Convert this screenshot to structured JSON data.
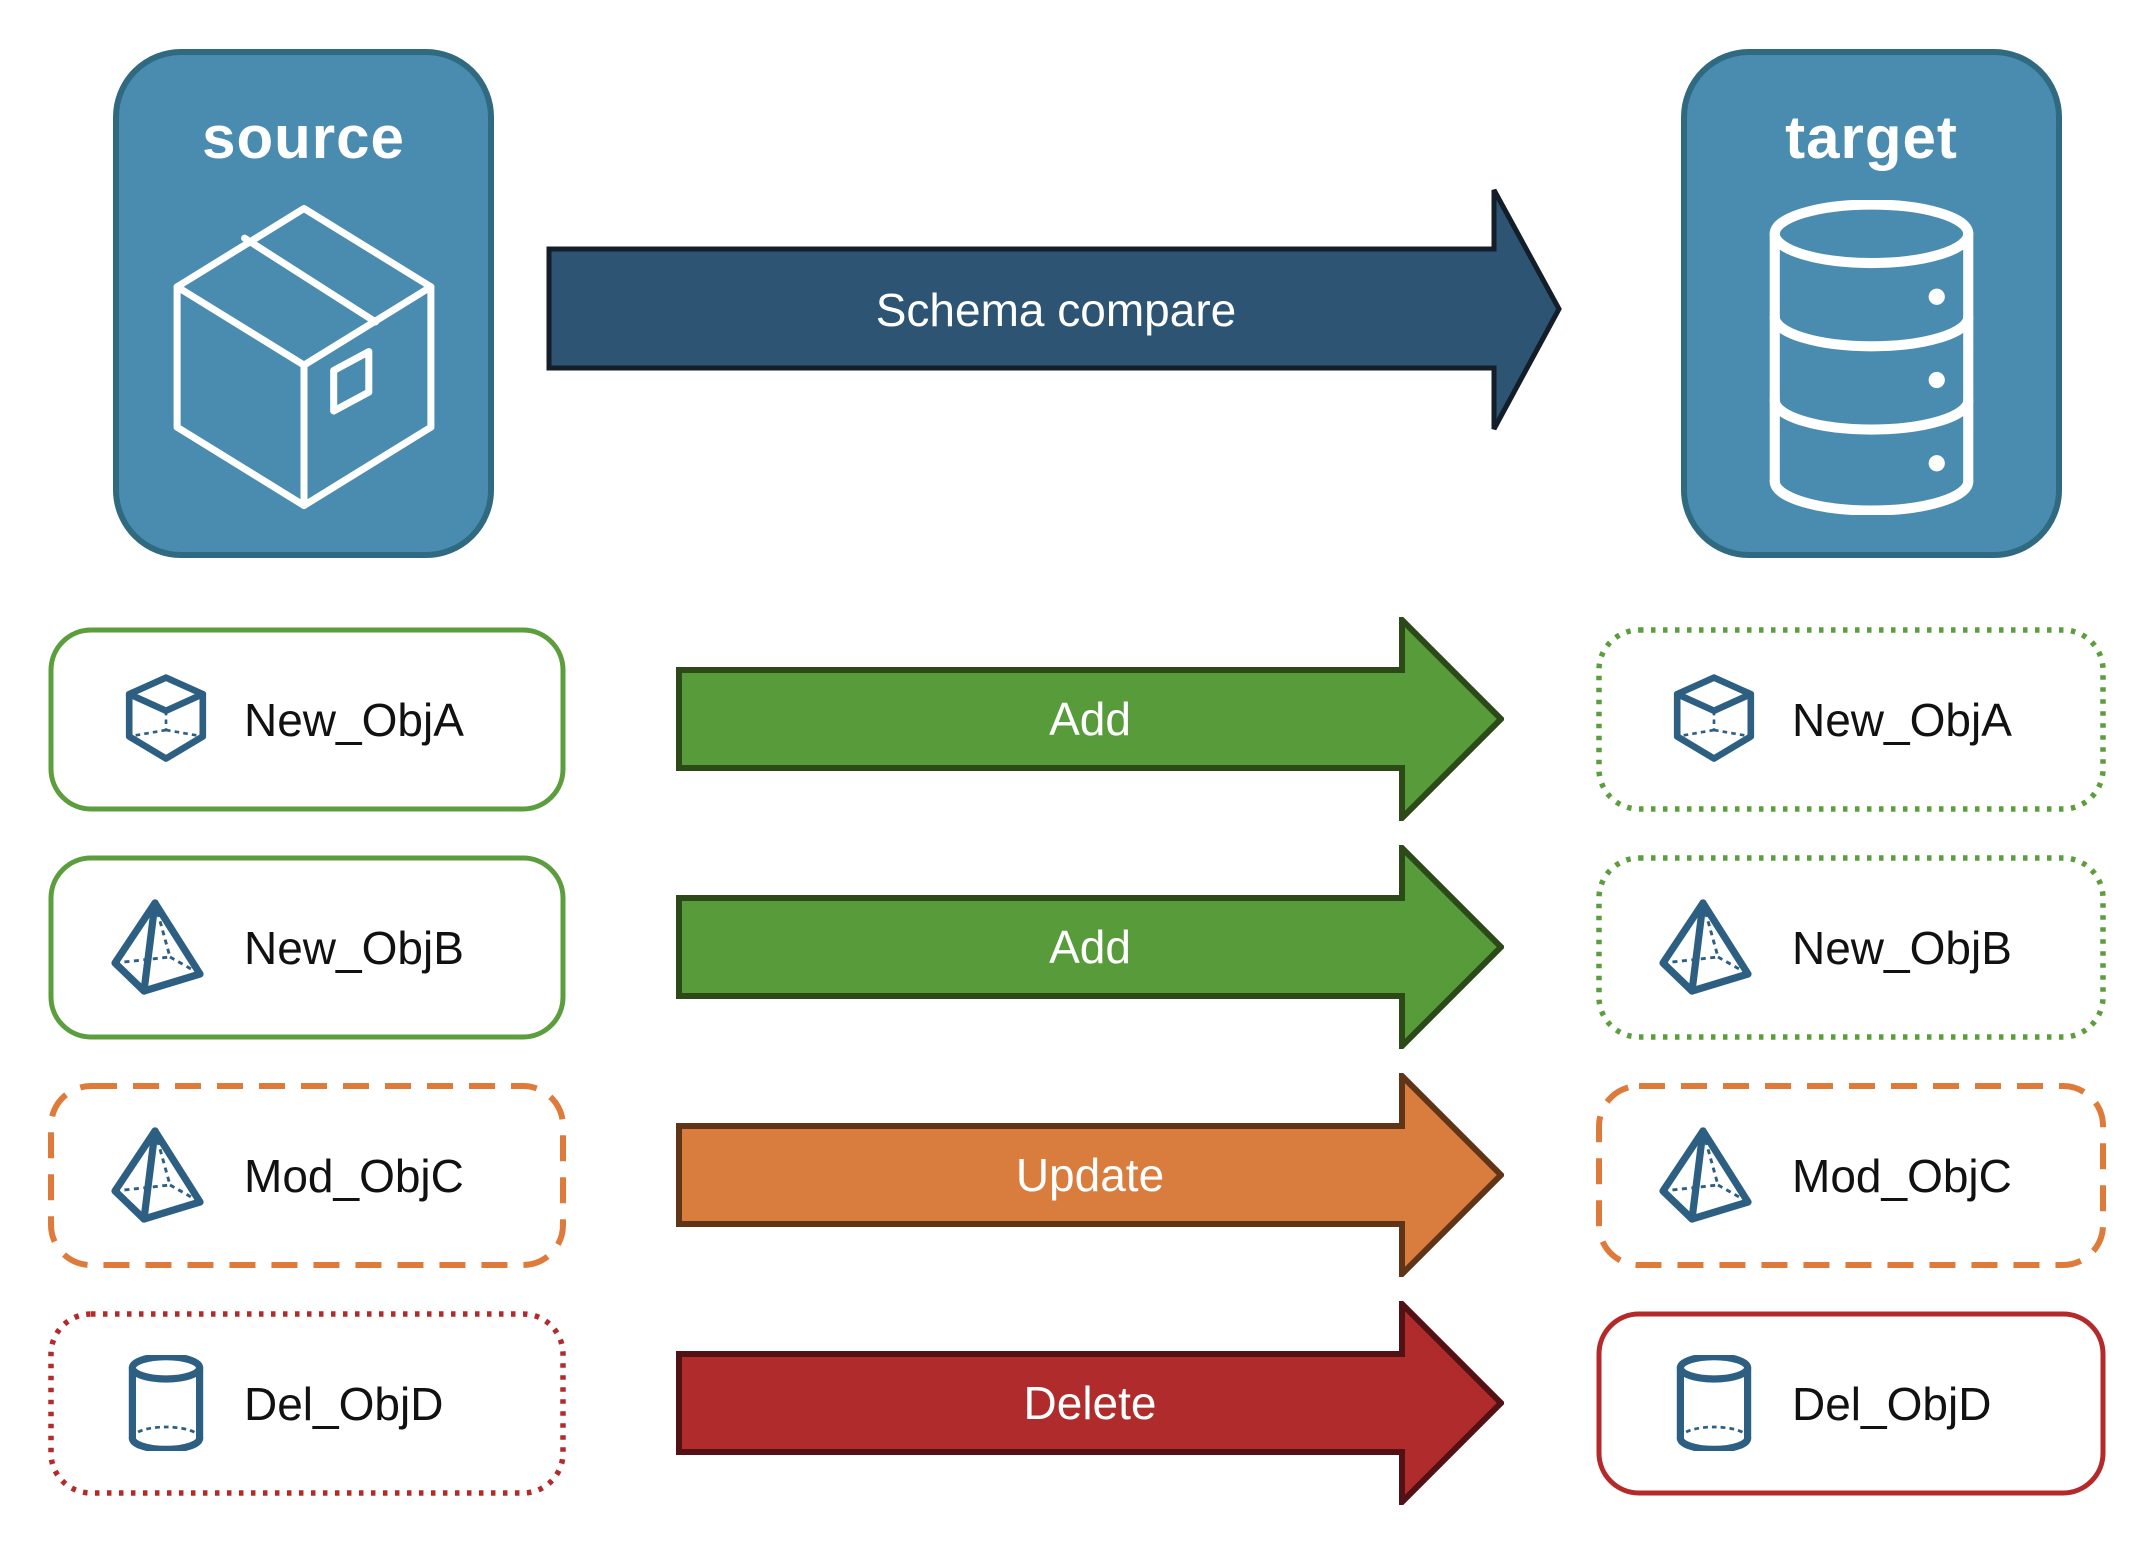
{
  "nodes": {
    "source": {
      "label": "source",
      "icon": "package-icon"
    },
    "target": {
      "label": "target",
      "icon": "database-icon"
    }
  },
  "main_arrow": {
    "label": "Schema compare"
  },
  "rows": [
    {
      "object": "New_ObjA",
      "icon": "cube-icon",
      "action": "Add",
      "source_border": "solid-green",
      "target_border": "dotted-green"
    },
    {
      "object": "New_ObjB",
      "icon": "pyramid-icon",
      "action": "Add",
      "source_border": "solid-green",
      "target_border": "dotted-green"
    },
    {
      "object": "Mod_ObjC",
      "icon": "pyramid-icon",
      "action": "Update",
      "source_border": "dashed-orange",
      "target_border": "dashed-orange"
    },
    {
      "object": "Del_ObjD",
      "icon": "cylinder-icon",
      "action": "Delete",
      "source_border": "dotted-red",
      "target_border": "solid-red"
    }
  ],
  "colors": {
    "node-fill": "#4a8caf",
    "node-border": "#306a80",
    "node-text": "#ffffff",
    "navy-fill": "#2d5473",
    "navy-stroke": "#131e29",
    "green-fill": "#579b3b",
    "green-stroke": "#2c4a18",
    "green-border": "#5c9e3e",
    "orange-fill": "#d97d3f",
    "orange-stroke": "#603517",
    "orange-border": "#de7b3b",
    "red-fill": "#b02b2b",
    "red-stroke": "#521114",
    "red-border": "#b42a2b",
    "object-icon": "#2d5f82",
    "label-text": "#111111",
    "arrow-text": "#ffffff"
  }
}
